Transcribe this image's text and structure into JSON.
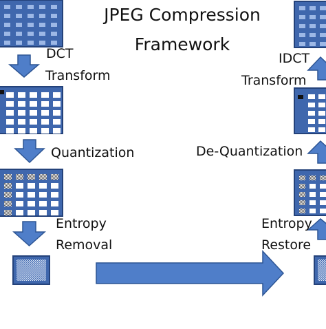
{
  "title_line1": "JPEG Compression",
  "title_line2": "Framework",
  "left_steps": {
    "dct_line1": "DCT",
    "dct_line2": "Transform",
    "quantization": "Quantization",
    "entropy_line1": "Entropy",
    "entropy_line2": "Removal"
  },
  "right_steps": {
    "idct_line1": "IDCT",
    "idct_line2": "Transform",
    "dequantization": "De-Quantization",
    "entropy_line1": "Entropy",
    "entropy_line2": "Restore"
  },
  "colors": {
    "block_fill": "#3f67ad",
    "block_border": "#24427a",
    "arrow_fill": "#4f7ec9",
    "arrow_border": "#2d5594",
    "cell_light": "#ffffff",
    "cell_soft": "#9db8e6"
  }
}
